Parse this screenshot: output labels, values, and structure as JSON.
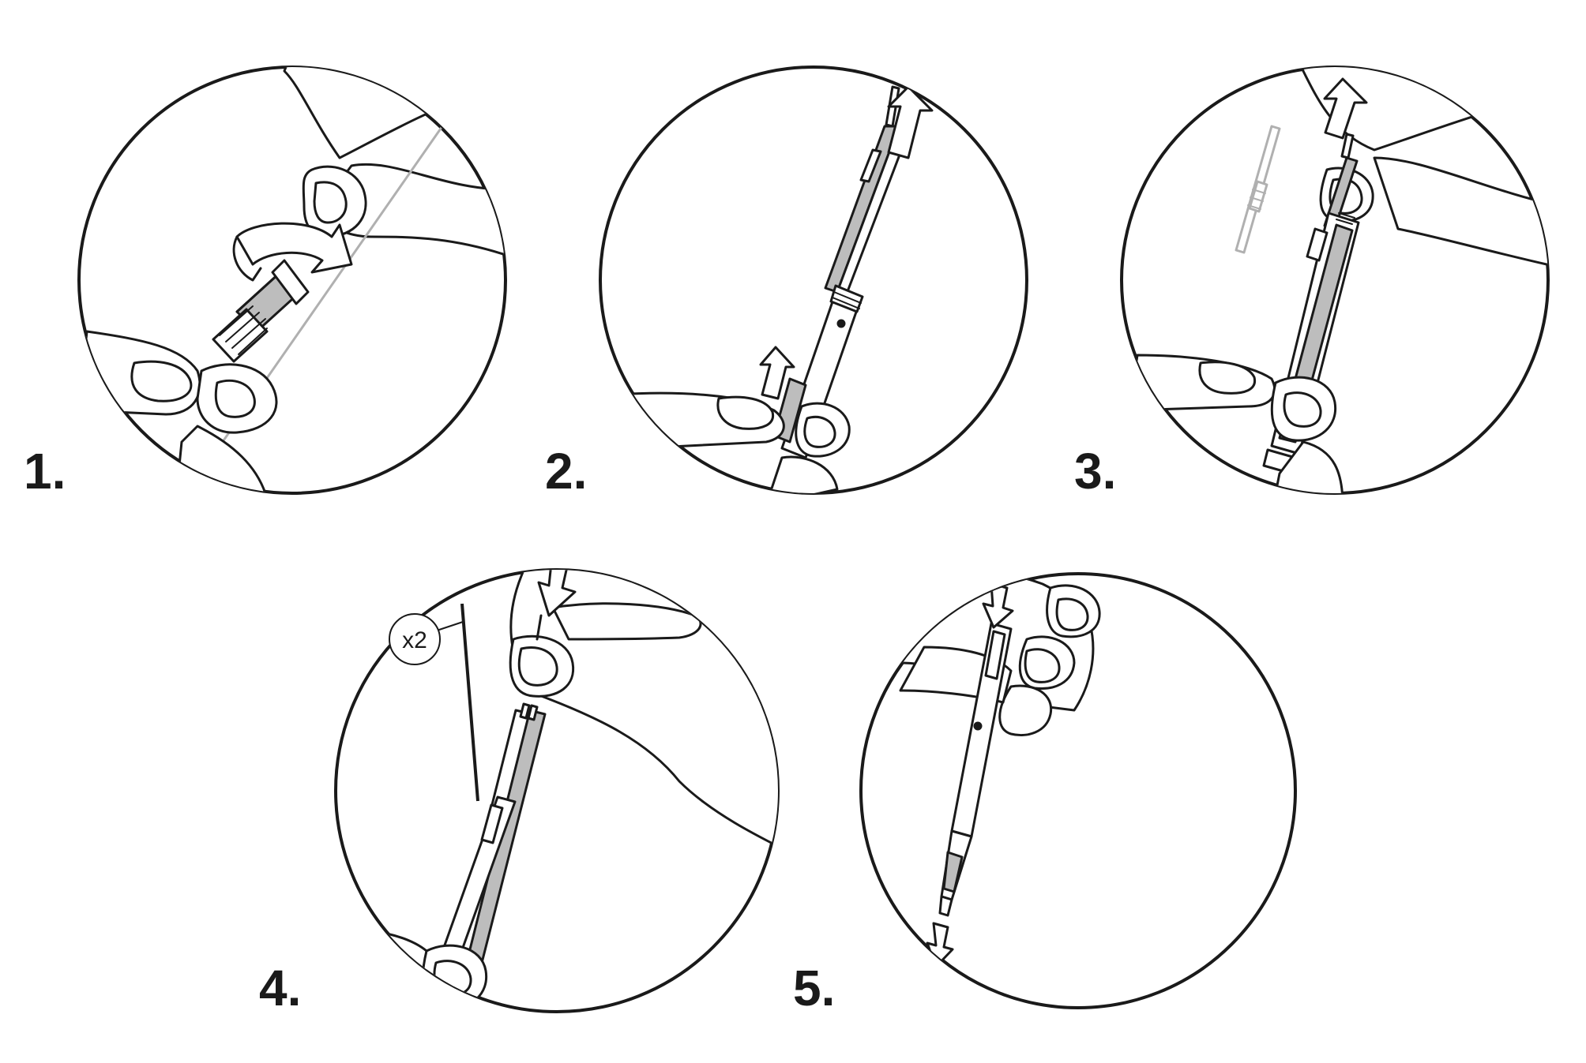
{
  "steps": [
    {
      "number": "1."
    },
    {
      "number": "2."
    },
    {
      "number": "3."
    },
    {
      "number": "4.",
      "badge": "x2"
    },
    {
      "number": "5."
    }
  ],
  "colors": {
    "ink": "#1a1a1a",
    "pen_gray": "#bdbdbd",
    "ghost": "#b0b0b0",
    "paper": "#ffffff"
  }
}
